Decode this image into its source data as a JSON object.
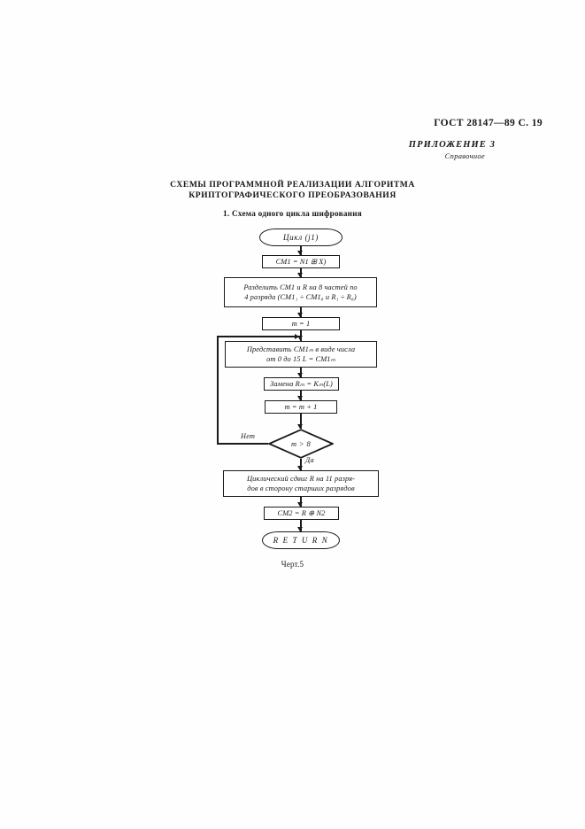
{
  "page": {
    "standard_header": "ГОСТ 28147—89 С. 19",
    "annex_label": "ПРИЛОЖЕНИЕ 3",
    "annex_kind": "Справочное",
    "title_line1": "СХЕМЫ ПРОГРАММНОЙ РЕАЛИЗАЦИИ АЛГОРИТМА",
    "title_line2": "КРИПТОГРАФИЧЕСКОГО ПРЕОБРАЗОВАНИЯ",
    "section_heading": "1.  Схема одного цикла шифрования",
    "figure_caption": "Черт.5",
    "ink_color": "#1a1a1a",
    "paper_color": "#fefefe"
  },
  "flowchart": {
    "nodes": [
      {
        "id": "start",
        "shape": "terminator",
        "text": "Цикл (j1)"
      },
      {
        "id": "cm1",
        "shape": "process",
        "text": "CM1 = N1 ⊞ X)"
      },
      {
        "id": "split",
        "shape": "process",
        "line1": "Разделить CM1 и R на 8 частей по",
        "line2": "4 разряда (CM1₁ ÷ CM1₈ и R₁ ÷ R₈)"
      },
      {
        "id": "minit",
        "shape": "process",
        "text": "m = 1"
      },
      {
        "id": "repr",
        "shape": "process",
        "line1": "Представить CM1ₘ в виде  числа",
        "line2": "от 0 до 15    L = CM1ₘ"
      },
      {
        "id": "subst",
        "shape": "process",
        "text": "Замена Rₘ = Kₘ(L)"
      },
      {
        "id": "mincr",
        "shape": "process",
        "text": "m = m + 1"
      },
      {
        "id": "test",
        "shape": "decision",
        "text": "m > 8"
      },
      {
        "id": "rotate",
        "shape": "process",
        "line1": "Циклический сдвиг R на 11 разря-",
        "line2": "дов  в сторону старших разрядов"
      },
      {
        "id": "cm2",
        "shape": "process",
        "text": "CM2 = R ⊕ N2"
      },
      {
        "id": "return",
        "shape": "terminator",
        "text": "R E T U R N"
      }
    ],
    "edge_labels": {
      "no": "Нет",
      "yes": "Да"
    }
  }
}
